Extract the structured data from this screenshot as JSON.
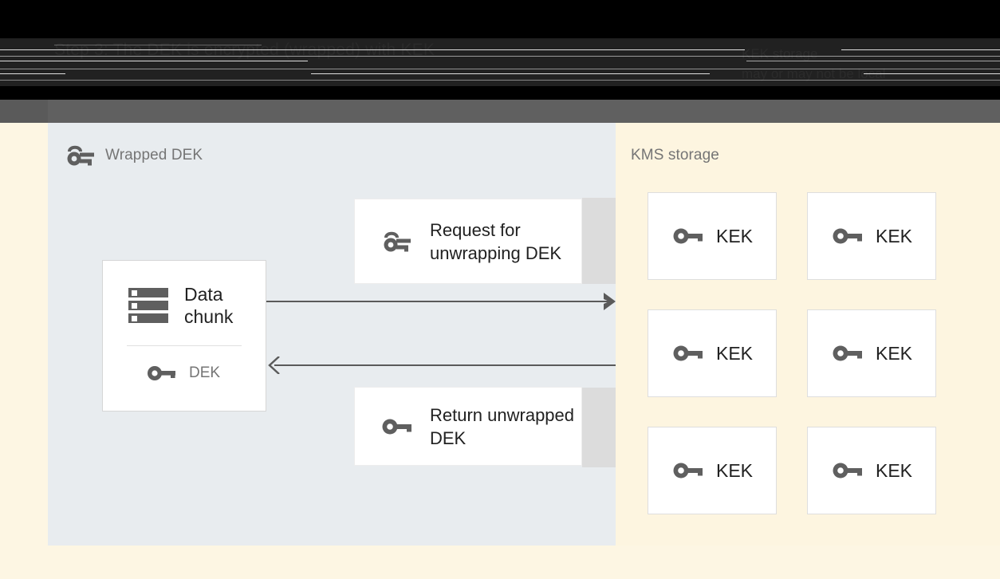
{
  "header": {
    "title_left": "Step 3: The DEK is encrypted (wrapped) with KEK",
    "title_right": "KEK storage",
    "subtitle_right": "may or may not be local"
  },
  "client_panel": {
    "label": "Wrapped DEK",
    "label_icon": "wrapped-key-icon",
    "data_chunk_card": {
      "icon": "storage-server-icon",
      "title": "Data chunk",
      "key_icon": "key-icon",
      "key_label": "DEK"
    },
    "messages": [
      {
        "id": "request",
        "icon": "wrapped-key-icon",
        "text": "Request for unwrapping DEK"
      },
      {
        "id": "return",
        "icon": "key-icon",
        "text": "Return unwrapped DEK"
      }
    ],
    "arrows": [
      {
        "id": "request-arrow",
        "direction": "right"
      },
      {
        "id": "return-arrow",
        "direction": "left"
      }
    ]
  },
  "kms_panel": {
    "label": "KMS storage",
    "keys": [
      {
        "icon": "key-icon",
        "label": "KEK"
      },
      {
        "icon": "key-icon",
        "label": "KEK"
      },
      {
        "icon": "key-icon",
        "label": "KEK"
      },
      {
        "icon": "key-icon",
        "label": "KEK"
      },
      {
        "icon": "key-icon",
        "label": "KEK"
      },
      {
        "icon": "key-icon",
        "label": "KEK"
      }
    ]
  },
  "colors": {
    "client_panel_bg": "#e8ecef",
    "kms_panel_bg": "#fdf5e0",
    "page_bg": "#fdf6e3",
    "icon_grey": "#5f5f5f",
    "label_grey": "#757575",
    "text_dark": "#212121",
    "strip_grey": "#dcdcdc",
    "header_black": "#000000",
    "header_band": "#606060"
  }
}
